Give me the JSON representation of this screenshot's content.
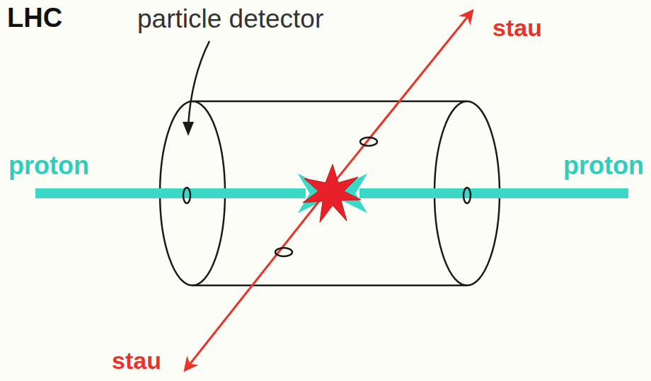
{
  "diagram": {
    "title": "LHC",
    "labels": [
      "particle detector",
      "proton",
      "proton",
      "stau",
      "stau"
    ]
  }
}
